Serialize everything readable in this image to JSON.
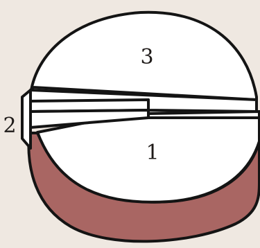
{
  "labels": {
    "top_part": "3",
    "side_part": "2",
    "bottom_part": "1"
  },
  "colors": {
    "background": "#efe8e1",
    "outline": "#141414",
    "fill_white": "#ffffff",
    "dish_red": "#a96663"
  }
}
